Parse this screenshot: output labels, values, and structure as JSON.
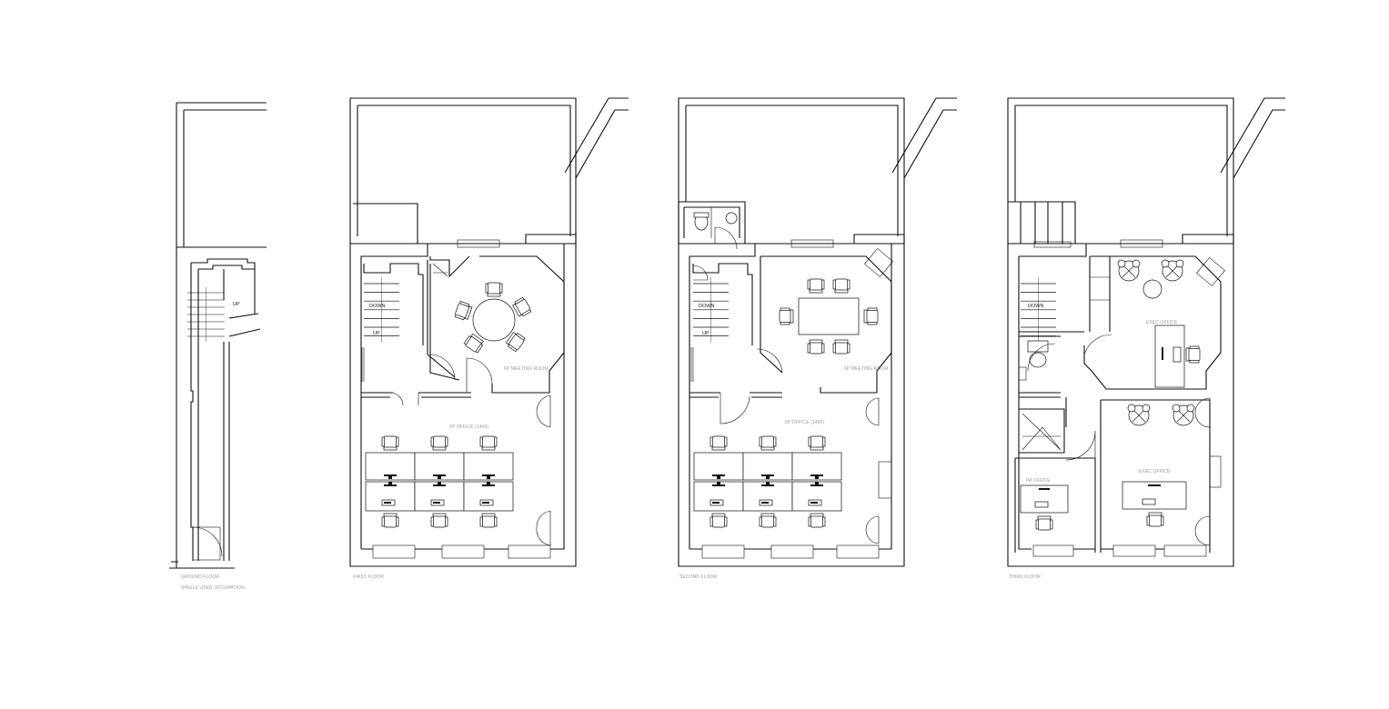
{
  "floors": [
    {
      "id": "ground",
      "label": "GROUND FLOOR",
      "sublabel": "SINGLE USER OCCUPATION",
      "stair_labels": [
        "UP"
      ]
    },
    {
      "id": "first",
      "label": "FIRST FLOOR",
      "rooms": [
        "6P MEETING ROOM",
        "6P OFFICE (1400)"
      ],
      "stair_labels": [
        "DOWN",
        "UP"
      ]
    },
    {
      "id": "second",
      "label": "SECOND FLOOR",
      "rooms": [
        "6P MEETING ROOM",
        "6P OFFICE (1400)"
      ],
      "stair_labels": [
        "DOWN",
        "UP"
      ]
    },
    {
      "id": "third",
      "label": "THIRD FLOOR",
      "rooms": [
        "EXEC OFFICE",
        "EXEC OFFICE",
        "PA OFFICE"
      ],
      "stair_labels": [
        "DOWN"
      ]
    }
  ],
  "colors": {
    "walls": "#111111",
    "labels": "#9a9a9a"
  }
}
